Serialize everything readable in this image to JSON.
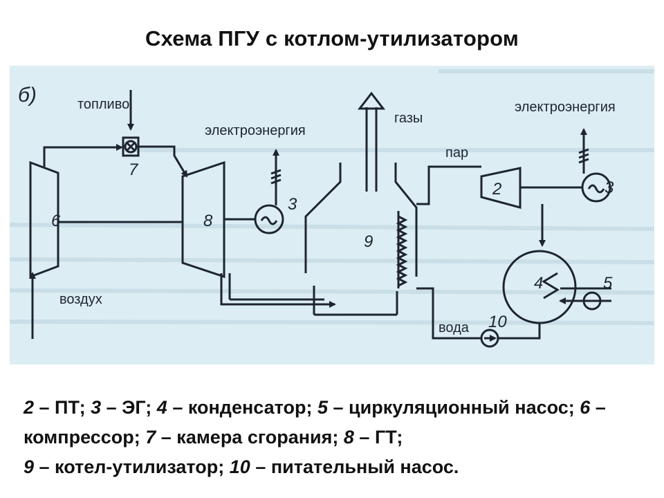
{
  "title": "Схема ПГУ с котлом-утилизатором",
  "diagram": {
    "subfigure": "б)",
    "labels": {
      "fuel": "топливо",
      "air": "воздух",
      "electricity_left": "электроэнергия",
      "electricity_right": "электроэнергия",
      "gases": "газы",
      "steam": "пар",
      "water": "вода"
    },
    "numbers": {
      "n2": "2",
      "n3a": "3",
      "n3b": "3",
      "n4": "4",
      "n5": "5",
      "n6": "6",
      "n7": "7",
      "n8": "8",
      "n9": "9",
      "n10": "10"
    },
    "colors": {
      "background": "#dcedf4",
      "ink": "#1d2430"
    }
  },
  "legend": [
    {
      "num": "2",
      "text": " – ПТ; "
    },
    {
      "num": "3",
      "text": " – ЭГ; "
    },
    {
      "num": "4",
      "text": " – конденсатор; "
    },
    {
      "num": "5",
      "text": " – циркуляционный насос; "
    },
    {
      "num": "6",
      "text": " – компрессор; "
    },
    {
      "num": "7",
      "text": " – камера сгорания; "
    },
    {
      "num": "8",
      "text": " – ГТ; "
    },
    {
      "num": "9",
      "text": " – котел-утилизатор; "
    },
    {
      "num": "10",
      "text": " – питательный насос."
    }
  ]
}
